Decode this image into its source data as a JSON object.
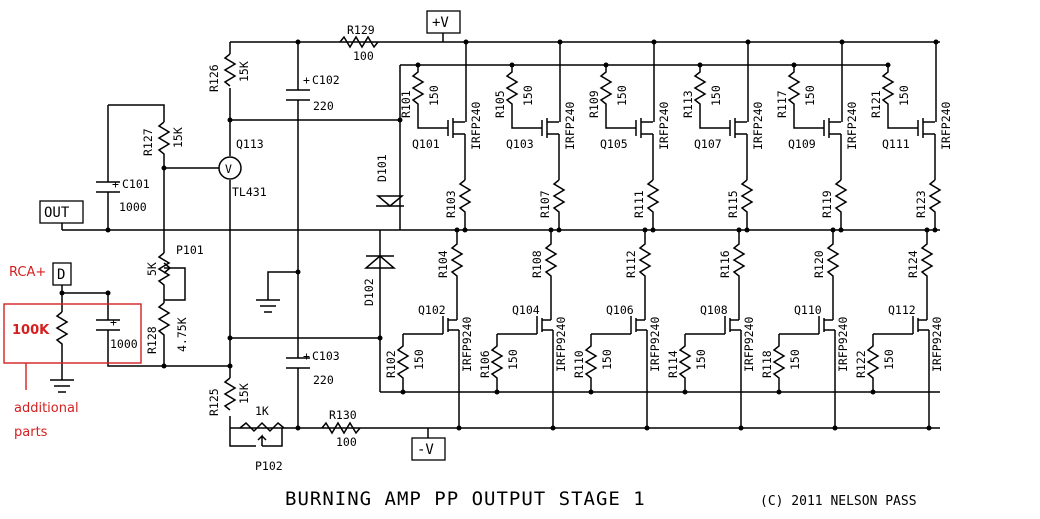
{
  "title": "BURNING AMP PP OUTPUT STAGE 1",
  "copyright": "(C) 2011 NELSON PASS",
  "ports": {
    "vplus": "+V",
    "vminus": "-V",
    "out": "OUT",
    "input": "D"
  },
  "rca_label": "RCA+",
  "additional_parts": {
    "resistor": "100K",
    "line1": "additional",
    "line2": "parts"
  },
  "top_parts": {
    "r129": "R129",
    "r129_val": "100",
    "r130": "R130",
    "r130_val": "100",
    "c102": "C102",
    "c102_val": "220",
    "c103": "C103",
    "c103_val": "220",
    "c101": "C101",
    "c101_val": "1000",
    "c_in_val": "1000",
    "r126": "R126",
    "r126_val": "15K",
    "r127": "R127",
    "r127_val": "15K",
    "r128": "R128",
    "r128_val": "4.75K",
    "r125": "R125",
    "r125_val": "15K",
    "p101": "P101",
    "p101_val": "5K",
    "p102": "P102",
    "p102_val": "1K",
    "q113": "Q113",
    "q113_type": "TL431",
    "q113_symbol": "V",
    "d101": "D101",
    "d102": "D102"
  },
  "upper_cells": [
    {
      "gate_r": "R101",
      "gate_val": "150",
      "q": "Q101",
      "type": "IRFP240",
      "src_r": "R103"
    },
    {
      "gate_r": "R105",
      "gate_val": "150",
      "q": "Q103",
      "type": "IRFP240",
      "src_r": "R107"
    },
    {
      "gate_r": "R109",
      "gate_val": "150",
      "q": "Q105",
      "type": "IRFP240",
      "src_r": "R111"
    },
    {
      "gate_r": "R113",
      "gate_val": "150",
      "q": "Q107",
      "type": "IRFP240",
      "src_r": "R115"
    },
    {
      "gate_r": "R117",
      "gate_val": "150",
      "q": "Q109",
      "type": "IRFP240",
      "src_r": "R119"
    },
    {
      "gate_r": "R121",
      "gate_val": "150",
      "q": "Q111",
      "type": "IRFP240",
      "src_r": "R123"
    }
  ],
  "lower_cells": [
    {
      "src_r": "R104",
      "q": "Q102",
      "type": "IRFP9240",
      "gate_r": "R102",
      "gate_val": "150"
    },
    {
      "src_r": "R108",
      "q": "Q104",
      "type": "IRFP9240",
      "gate_r": "R106",
      "gate_val": "150"
    },
    {
      "src_r": "R112",
      "q": "Q106",
      "type": "IRFP9240",
      "gate_r": "R110",
      "gate_val": "150"
    },
    {
      "src_r": "R116",
      "q": "Q108",
      "type": "IRFP9240",
      "gate_r": "R114",
      "gate_val": "150"
    },
    {
      "src_r": "R120",
      "q": "Q110",
      "type": "IRFP9240",
      "gate_r": "R118",
      "gate_val": "150"
    },
    {
      "src_r": "R124",
      "q": "Q112",
      "type": "IRFP9240",
      "gate_r": "R122",
      "gate_val": "150"
    }
  ]
}
